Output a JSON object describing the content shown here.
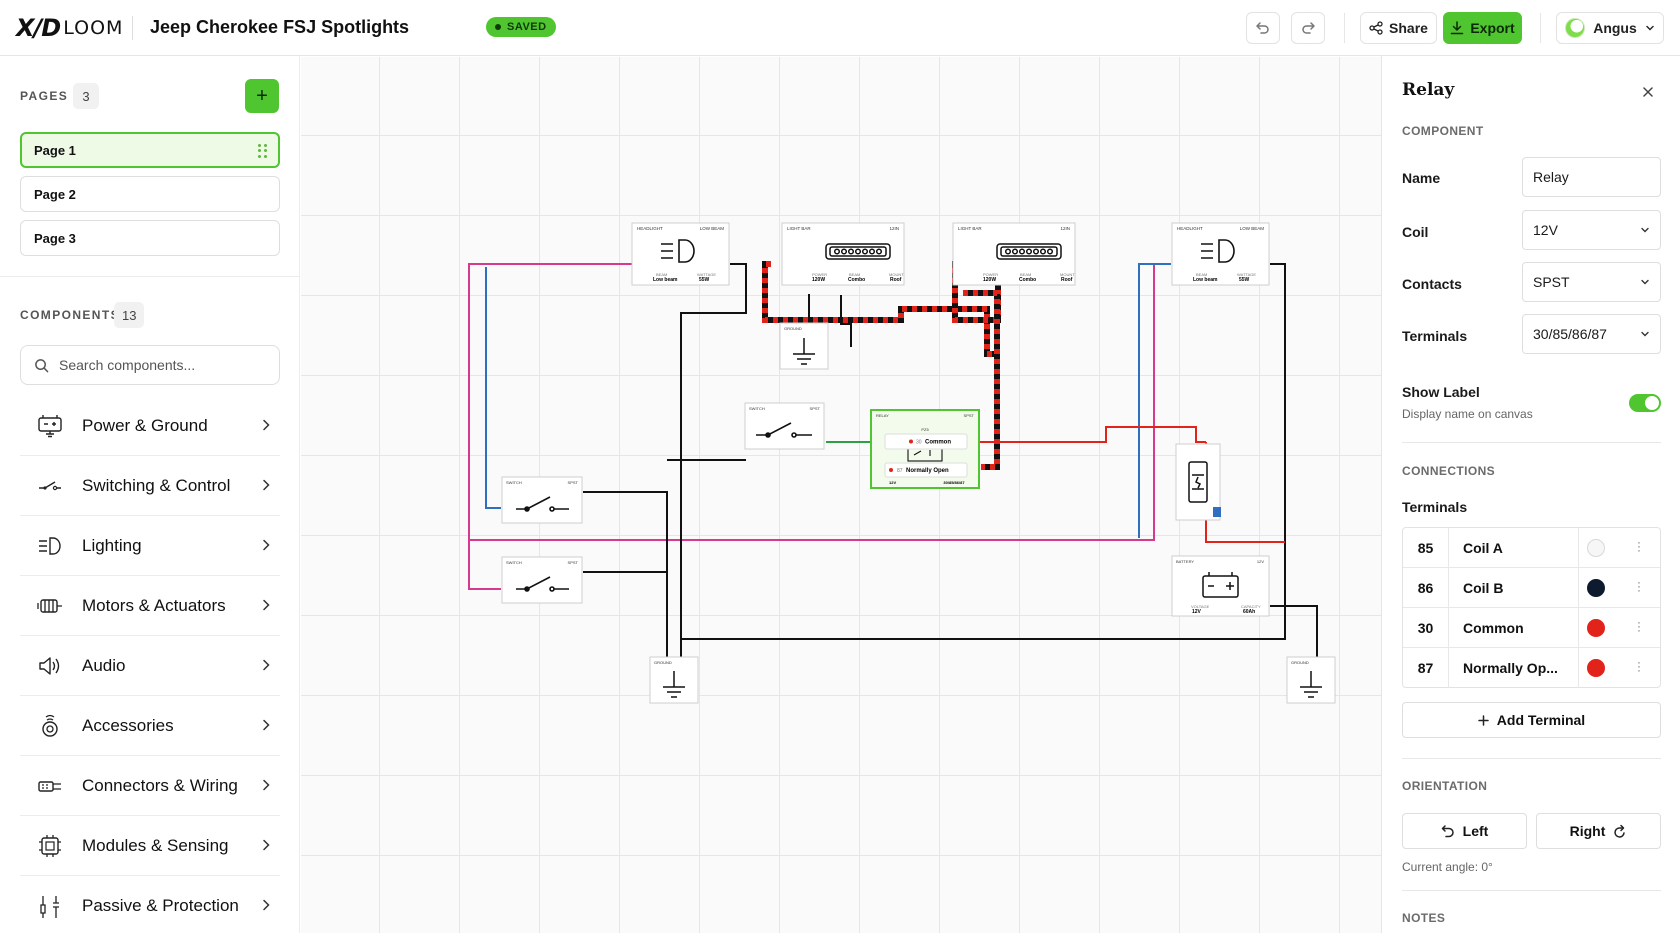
{
  "header": {
    "logo_mark": "X/D",
    "logo_word": "LOOM",
    "project_title": "Jeep Cherokee FSJ Spotlights",
    "saved_badge": "SAVED",
    "share_label": "Share",
    "export_label": "Export",
    "user_name": "Angus"
  },
  "sidebar": {
    "pages_label": "PAGES",
    "pages_count": "3",
    "add_symbol": "+",
    "pages": [
      {
        "label": "Page 1",
        "active": true
      },
      {
        "label": "Page 2",
        "active": false
      },
      {
        "label": "Page 3",
        "active": false
      }
    ],
    "components_label": "COMPONENTS",
    "components_count": "13",
    "search_placeholder": "Search components...",
    "categories": [
      {
        "label": "Power & Ground",
        "icon": "power-ground-icon"
      },
      {
        "label": "Switching & Control",
        "icon": "switch-icon"
      },
      {
        "label": "Lighting",
        "icon": "headlight-icon"
      },
      {
        "label": "Motors & Actuators",
        "icon": "motor-icon"
      },
      {
        "label": "Audio",
        "icon": "speaker-icon"
      },
      {
        "label": "Accessories",
        "icon": "horn-icon"
      },
      {
        "label": "Connectors & Wiring",
        "icon": "connector-icon"
      },
      {
        "label": "Modules & Sensing",
        "icon": "module-icon"
      },
      {
        "label": "Passive & Protection",
        "icon": "fuse-icon"
      }
    ]
  },
  "canvas": {
    "components": {
      "headlight_left": {
        "title": "HEADLIGHT",
        "tag": "LOW BEAM",
        "f1": "BEAM",
        "v1": "Low beam",
        "f2": "WATTAGE",
        "v2": "55W"
      },
      "lightbar_left": {
        "title": "LIGHT BAR",
        "tag": "12IN",
        "f1": "POWER",
        "v1": "120W",
        "f2": "BEAM",
        "v2": "Combo",
        "f3": "MOUNT",
        "v3": "Roof"
      },
      "lightbar_right": {
        "title": "LIGHT BAR",
        "tag": "12IN",
        "f1": "POWER",
        "v1": "120W",
        "f2": "BEAM",
        "v2": "Combo",
        "f3": "MOUNT",
        "v3": "Roof"
      },
      "headlight_right": {
        "title": "HEADLIGHT",
        "tag": "LOW BEAM",
        "f1": "BEAM",
        "v1": "Low beam",
        "f2": "WATTAGE",
        "v2": "55W"
      },
      "ground_top": {
        "title": "GROUND"
      },
      "switch_mid": {
        "title": "SWITCH",
        "tag": "SPST"
      },
      "relay": {
        "title": "RELAY",
        "tag": "SPST",
        "t_top": "PZ5",
        "row1_num": "30",
        "row1_label": "Common",
        "row2_num": "87",
        "row2_label": "Normally Open",
        "f1": "12V",
        "f2": "30/85/86/87"
      },
      "switch_a": {
        "title": "SWITCH",
        "tag": "SPST"
      },
      "switch_b": {
        "title": "SWITCH",
        "tag": "SPST"
      },
      "battery": {
        "title": "BATTERY",
        "tag": "12V",
        "f1": "VOLTAGE",
        "v1": "12V",
        "f2": "CAPACITY",
        "v2": "60Ah"
      },
      "ground_bl": {
        "title": "GROUND"
      },
      "ground_br": {
        "title": "GROUND"
      }
    },
    "wire_colors": {
      "pink": "#d63a8e",
      "blue": "#2e6fbf",
      "black": "#111111",
      "red": "#e2231a",
      "green": "#2ea043"
    }
  },
  "panel": {
    "title": "Relay",
    "component_section": "COMPONENT",
    "name_label": "Name",
    "name_value": "Relay",
    "coil_label": "Coil",
    "coil_value": "12V",
    "contacts_label": "Contacts",
    "contacts_value": "SPST",
    "terminals_label": "Terminals",
    "terminals_value": "30/85/86/87",
    "show_label_title": "Show Label",
    "show_label_desc": "Display name on canvas",
    "show_label_on": true,
    "connections_section": "CONNECTIONS",
    "terminals_heading": "Terminals",
    "terminals": [
      {
        "num": "85",
        "name": "Coil A",
        "color": "#f6f6f6"
      },
      {
        "num": "86",
        "name": "Coil B",
        "color": "#0f1a2e"
      },
      {
        "num": "30",
        "name": "Common",
        "color": "#e2231a"
      },
      {
        "num": "87",
        "name": "Normally Op...",
        "color": "#e2231a"
      }
    ],
    "add_terminal_label": "Add Terminal",
    "orientation_section": "ORIENTATION",
    "left_label": "Left",
    "right_label": "Right",
    "current_angle": "Current angle: 0°",
    "notes_section": "NOTES"
  },
  "colors": {
    "accent": "#4fc52f",
    "accent_light": "#eefae6"
  }
}
